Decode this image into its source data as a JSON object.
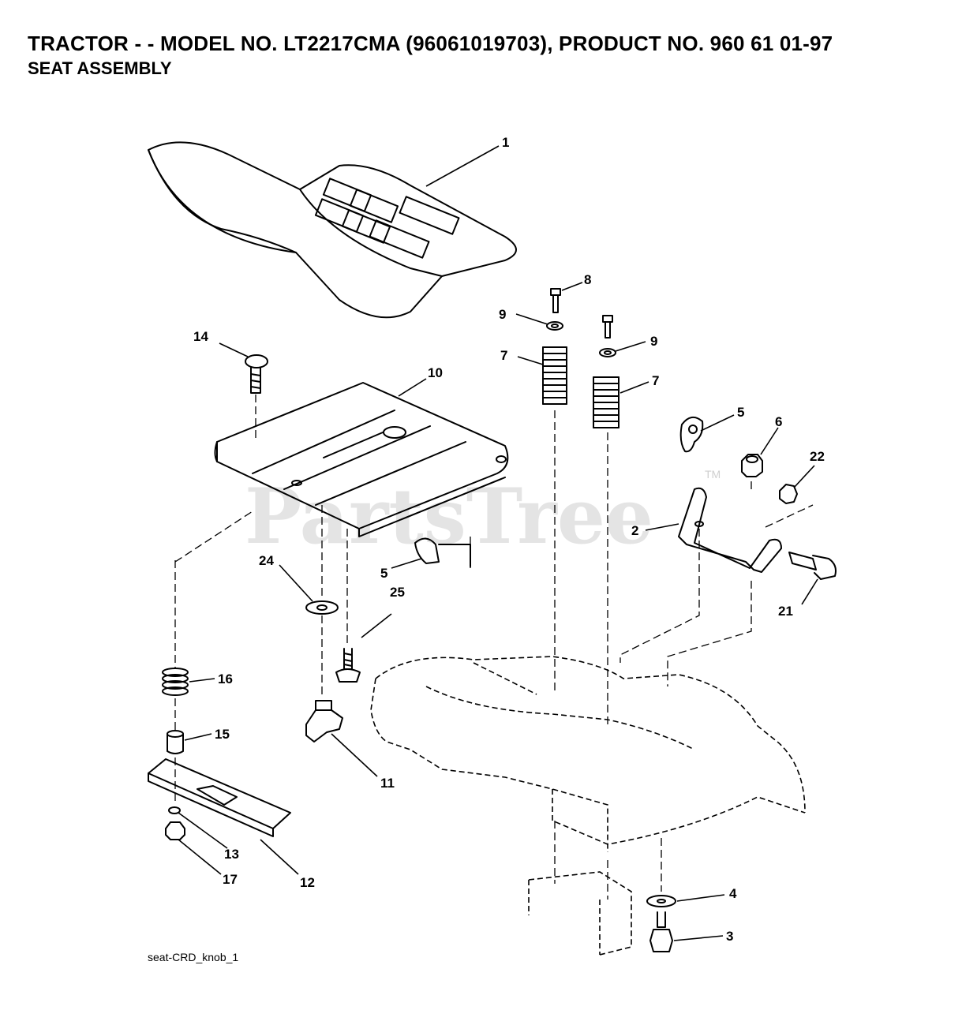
{
  "header": {
    "title": "TRACTOR - - MODEL NO. LT2217CMA (96061019703), PRODUCT NO. 960 61 01-97",
    "subtitle": "SEAT ASSEMBLY"
  },
  "watermark": {
    "text": "PartsTree",
    "tm": "TM"
  },
  "footer": {
    "drawing_id": "seat-CRD_knob_1"
  },
  "callouts": {
    "c1": "1",
    "c2": "2",
    "c3": "3",
    "c4": "4",
    "c5a": "5",
    "c5b": "5",
    "c6": "6",
    "c7a": "7",
    "c7b": "7",
    "c8": "8",
    "c9a": "9",
    "c9b": "9",
    "c10": "10",
    "c11": "11",
    "c12": "12",
    "c13": "13",
    "c14": "14",
    "c15": "15",
    "c16": "16",
    "c17": "17",
    "c21": "21",
    "c22": "22",
    "c24": "24",
    "c25": "25"
  }
}
